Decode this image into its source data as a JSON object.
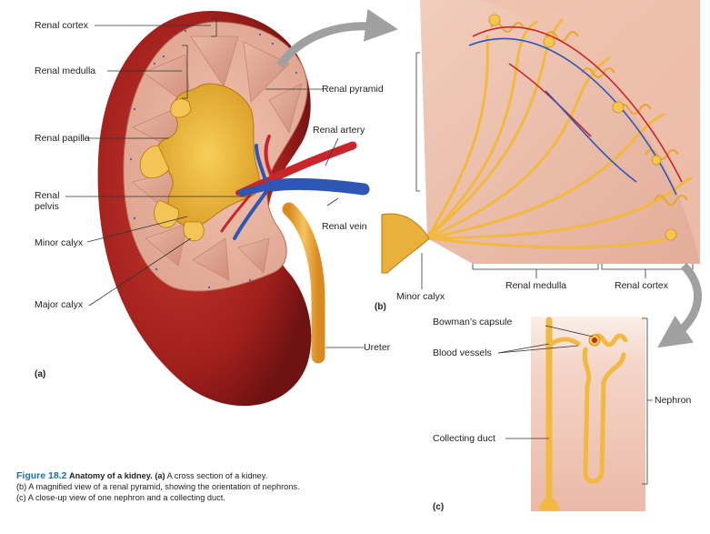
{
  "panel_a": {
    "tag": "(a)",
    "labels": {
      "renal_cortex": "Renal cortex",
      "renal_medulla": "Renal medulla",
      "renal_papilla": "Renal papilla",
      "renal_pelvis_line1": "Renal",
      "renal_pelvis_line2": "pelvis",
      "minor_calyx": "Minor calyx",
      "major_calyx": "Major calyx",
      "renal_pyramid": "Renal pyramid",
      "renal_artery": "Renal artery",
      "renal_vein": "Renal vein",
      "ureter": "Ureter"
    }
  },
  "panel_b": {
    "tag": "(b)",
    "labels": {
      "minor_calyx": "Minor calyx",
      "renal_medulla": "Renal medulla",
      "renal_cortex": "Renal cortex"
    }
  },
  "panel_c": {
    "tag": "(c)",
    "labels": {
      "bowmans_capsule": "Bowman’s capsule",
      "blood_vessels": "Blood vessels",
      "nephron": "Nephron",
      "collecting_duct": "Collecting duct"
    }
  },
  "caption": {
    "figure_number": "Figure 18.2",
    "title": "Anatomy of a kidney.",
    "line_a_tag": "(a)",
    "line_a_text": "A cross section of a kidney.",
    "line_b_tag": "(b)",
    "line_b_text": "A magnified view of a renal pyramid, showing the orientation of nephrons.",
    "line_c_tag": "(c)",
    "line_c_text": "A close-up view of one nephron and a collecting duct."
  },
  "colors": {
    "capsule_red": "#9e1b1b",
    "cortex_pink": "#e7b49f",
    "pyramid_pink": "#d99a86",
    "pelvis_yellow": "#e8b23a",
    "artery_red": "#c8262a",
    "vein_blue": "#2f56b3",
    "ureter_orange": "#e8a23a",
    "nephron_yellow": "#f4c350",
    "arrow_gray": "#a0a0a0",
    "caption_blue": "#1f6ea8"
  }
}
